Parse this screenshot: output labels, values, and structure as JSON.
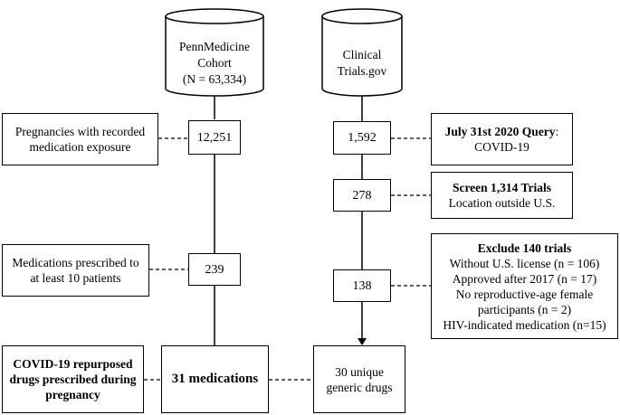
{
  "left_source": {
    "lines": [
      "PennMedicine",
      "Cohort",
      "(N = 63,334)"
    ]
  },
  "right_source": {
    "lines": [
      "Clinical",
      "Trials.gov"
    ]
  },
  "left_flow": {
    "step1": "12,251",
    "step2": "239",
    "step3": "31 medications"
  },
  "right_flow": {
    "step1": "1,592",
    "step2": "278",
    "step3": "138",
    "step4": [
      "30 unique",
      "generic drugs"
    ]
  },
  "left_notes": {
    "note1": [
      "Pregnancies with recorded",
      "medication exposure"
    ],
    "note2": [
      "Medications prescribed to",
      "at least 10 patients"
    ],
    "note3": [
      "COVID-19 repurposed",
      "drugs prescribed during",
      "pregnancy"
    ]
  },
  "right_notes": {
    "note1": {
      "bold": "July 31st 2020 Query",
      "suffix": ":",
      "line2": "COVID-19"
    },
    "note2": {
      "bold": "Screen 1,314 Trials",
      "line2": "Location outside U.S."
    },
    "note3": {
      "bold": "Exclude 140 trials",
      "lines": [
        "Without U.S. license (n = 106)",
        "Approved after 2017 (n = 17)",
        "No reproductive-age female",
        "participants (n = 2)",
        "HIV-indicated medication (n=15)"
      ]
    }
  }
}
